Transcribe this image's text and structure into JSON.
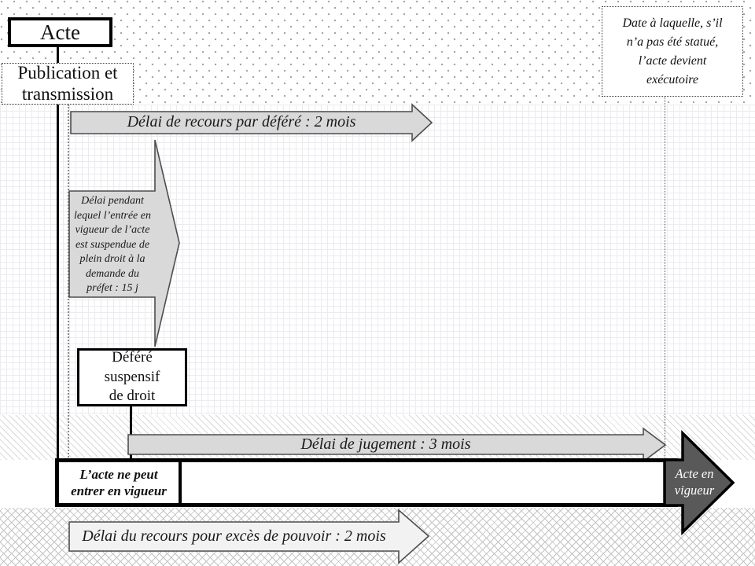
{
  "boxes": {
    "acte": {
      "label": "Acte"
    },
    "publication": {
      "label": "Publication et\ntransmission"
    },
    "date_statue": {
      "label": "Date à laquelle, s’il\nn’a pas été statué,\nl’acte devient\nexécutoire"
    },
    "defere": {
      "label": "Déféré\nsuspensif\nde droit"
    },
    "acte_ne_peut": {
      "label": "L’acte ne peut\nentrer en vigueur"
    },
    "acte_en_vigueur": {
      "label": "Acte en\nvigueur"
    }
  },
  "arrows": {
    "recours_defere": {
      "label": "Délai de recours par déféré : 2 mois"
    },
    "suspension": {
      "label": "Délai pendant\nlequel l’entrée en\nvigueur de l’acte\nest suspendue de\nplein droit à la\ndemande du\npréfet : 15 j"
    },
    "jugement": {
      "label": "Délai de jugement : 3 mois"
    },
    "exces_pouvoir": {
      "label": "Délai du recours pour excès de pouvoir : 2 mois"
    }
  },
  "colors": {
    "arrow_fill": "#d9d9d9",
    "arrow_fill_light": "#f2f2f2",
    "arrow_stroke": "#4d4d4d",
    "dark_arrow_fill": "#595959",
    "dark_arrow_stroke": "#000000",
    "border_black": "#000000"
  }
}
